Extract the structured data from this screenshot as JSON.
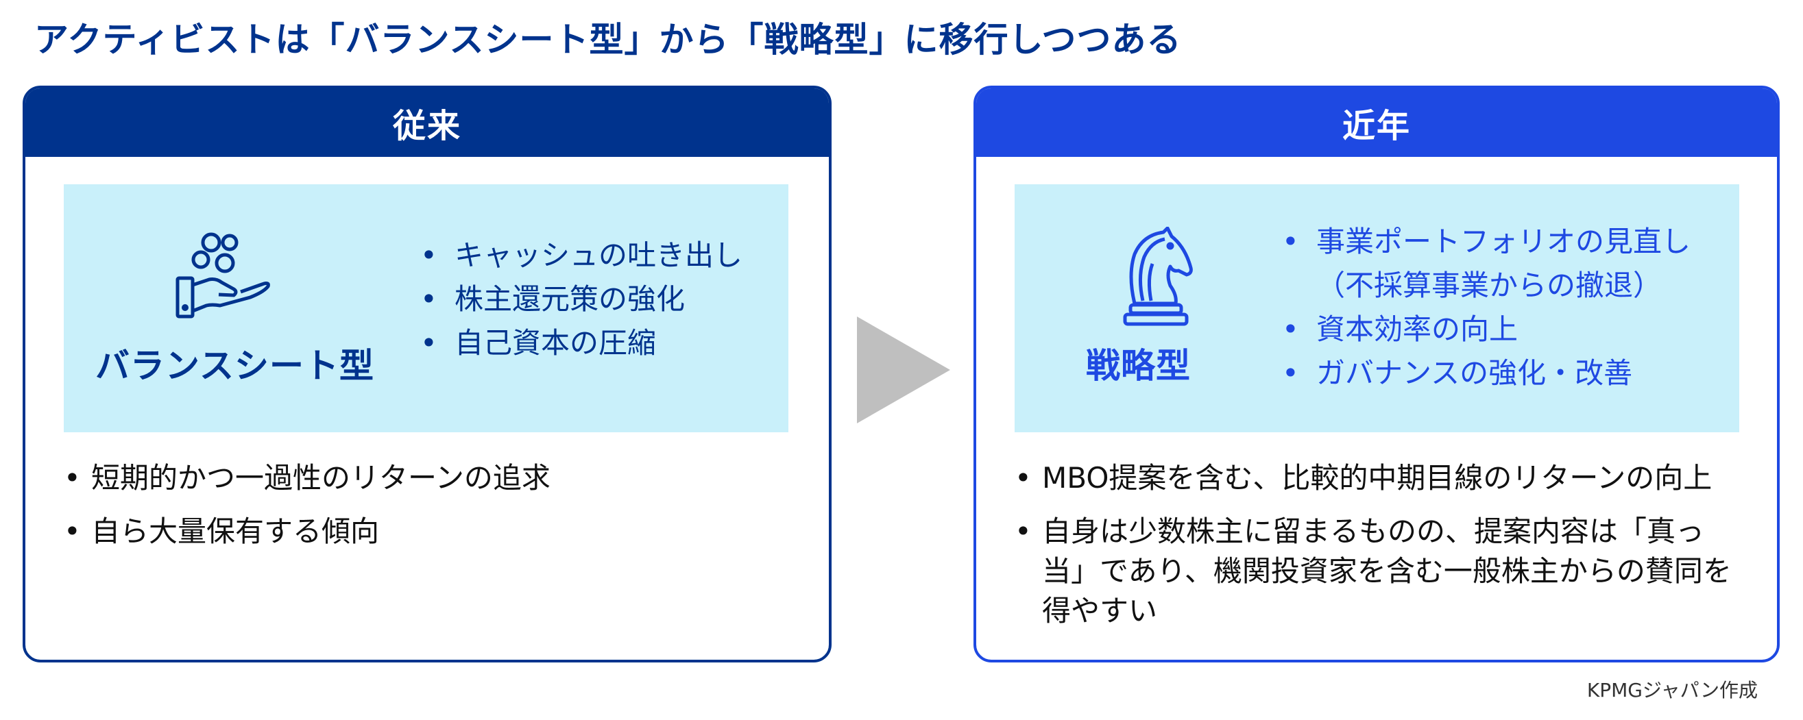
{
  "title": "アクティビストは「バランスシート型」から「戦略型」に移行しつつある",
  "left": {
    "header": "従来",
    "icon": "coins-in-hand-icon",
    "type_label": "バランスシート型",
    "inner_items": [
      "キャッシュの吐き出し",
      "株主還元策の強化",
      "自己資本の圧縮"
    ],
    "outer_items": [
      "短期的かつ一過性のリターンの追求",
      "自ら大量保有する傾向"
    ]
  },
  "right": {
    "header": "近年",
    "icon": "chess-knight-icon",
    "type_label": "戦略型",
    "inner_items": [
      "事業ポートフォリオの見直し",
      "（不採算事業からの撤退）",
      "資本効率の向上",
      "ガバナンスの強化・改善"
    ],
    "outer_items": [
      "MBO提案を含む、比較的中期目線のリターンの向上",
      "自身は少数株主に留まるものの、提案内容は「真っ当」であり、機関投資家を含む一般株主からの賛同を得やすい"
    ]
  },
  "source": "KPMGジャパン作成",
  "colors": {
    "dark_blue": "#00338D",
    "bright_blue": "#1E49E2",
    "light_cyan": "#C9F0FA",
    "arrow_gray": "#BFBFBF"
  }
}
